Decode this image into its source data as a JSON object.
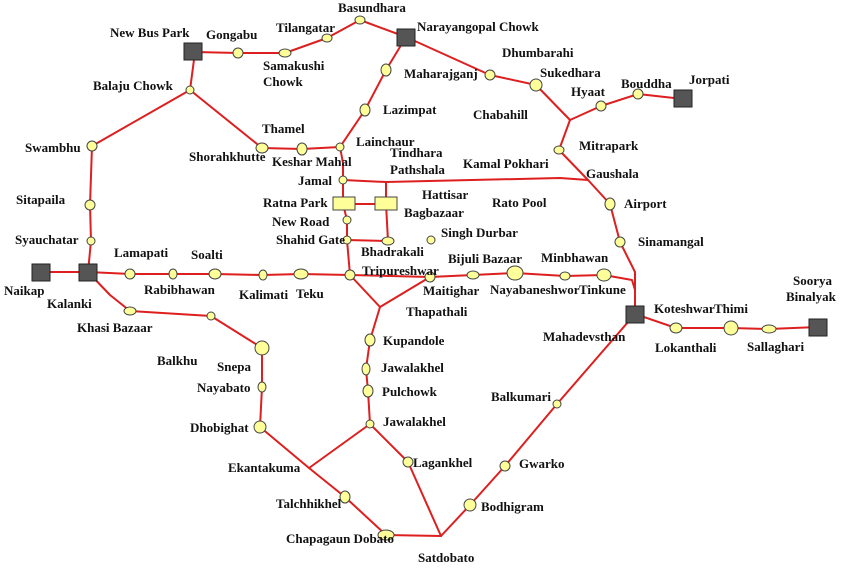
{
  "colors": {
    "route": "#dd1f1f",
    "stop_fill": "#ffff99",
    "stop_stroke": "#444444",
    "terminal_fill": "#555555",
    "terminal_stroke": "#222222",
    "label": "#111111"
  },
  "labels": {
    "basundhara": "Basundhara",
    "new_bus_park": "New Bus Park",
    "gongabu": "Gongabu",
    "tilangatar": "Tilangatar",
    "narayangopal_chowk": "Narayangopal Chowk",
    "dhumbarahi": "Dhumbarahi",
    "samakushi": "Samakushi",
    "chowk": "Chowk",
    "maharajganj": "Maharajganj",
    "sukedhara": "Sukedhara",
    "bouddha": "Bouddha",
    "jorpati": "Jorpati",
    "balaju_chowk": "Balaju Chowk",
    "hyaat": "Hyaat",
    "lazimpat": "Lazimpat",
    "chabahill": "Chabahill",
    "thamel": "Thamel",
    "lainchaur": "Lainchaur",
    "mitrapark": "Mitrapark",
    "swambhu": "Swambhu",
    "tindhara": "Tindhara",
    "shorahkhutte": "Shorahkhutte",
    "keshar_mahal": "Keshar Mahal",
    "pathshala": "Pathshala",
    "kamal_pokhari": "Kamal Pokhari",
    "gaushala": "Gaushala",
    "jamal": "Jamal",
    "hattisar": "Hattisar",
    "sitapaila": "Sitapaila",
    "ratna_park": "Ratna Park",
    "rato_pool": "Rato Pool",
    "airport": "Airport",
    "bagbazaar": "Bagbazaar",
    "new_road": "New Road",
    "syauchatar": "Syauchatar",
    "shahid_gate": "Shahid Gate",
    "singh_durbar": "Singh Durbar",
    "sinamangal": "Sinamangal",
    "bhadrakali": "Bhadrakali",
    "lamapati": "Lamapati",
    "soalti": "Soalti",
    "bijuli_bazaar": "Bijuli Bazaar",
    "minbhawan": "Minbhawan",
    "tripureshwar": "Tripureshwar",
    "soorya": "Soorya",
    "binalyak": "Binalyak",
    "naikap": "Naikap",
    "rabibhawan": "Rabibhawan",
    "kalimati": "Kalimati",
    "teku": "Teku",
    "maitighar": "Maitighar",
    "nayabaneshwor": "Nayabaneshwor",
    "tinkune": "Tinkune",
    "kalanki": "Kalanki",
    "thapathali": "Thapathali",
    "koteshwar": "Koteshwar",
    "thimi": "Thimi",
    "khasi_bazaar": "Khasi Bazaar",
    "kupandole": "Kupandole",
    "mahadevsthan": "Mahadevsthan",
    "lokanthali": "Lokanthali",
    "sallaghari": "Sallaghari",
    "balkhu": "Balkhu",
    "snepa": "Snepa",
    "jawalakhel_1": "Jawalakhel",
    "nayabato": "Nayabato",
    "pulchowk": "Pulchowk",
    "balkumari": "Balkumari",
    "dhobighat": "Dhobighat",
    "jawalakhel_2": "Jawalakhel",
    "ekantakuma": "Ekantakuma",
    "lagankhel": "Lagankhel",
    "gwarko": "Gwarko",
    "talchhikhel": "Talchhikhel",
    "bodhigram": "Bodhigram",
    "chapagaun_dobato": "Chapagaun Dobato",
    "satdobato": "Satdobato"
  }
}
